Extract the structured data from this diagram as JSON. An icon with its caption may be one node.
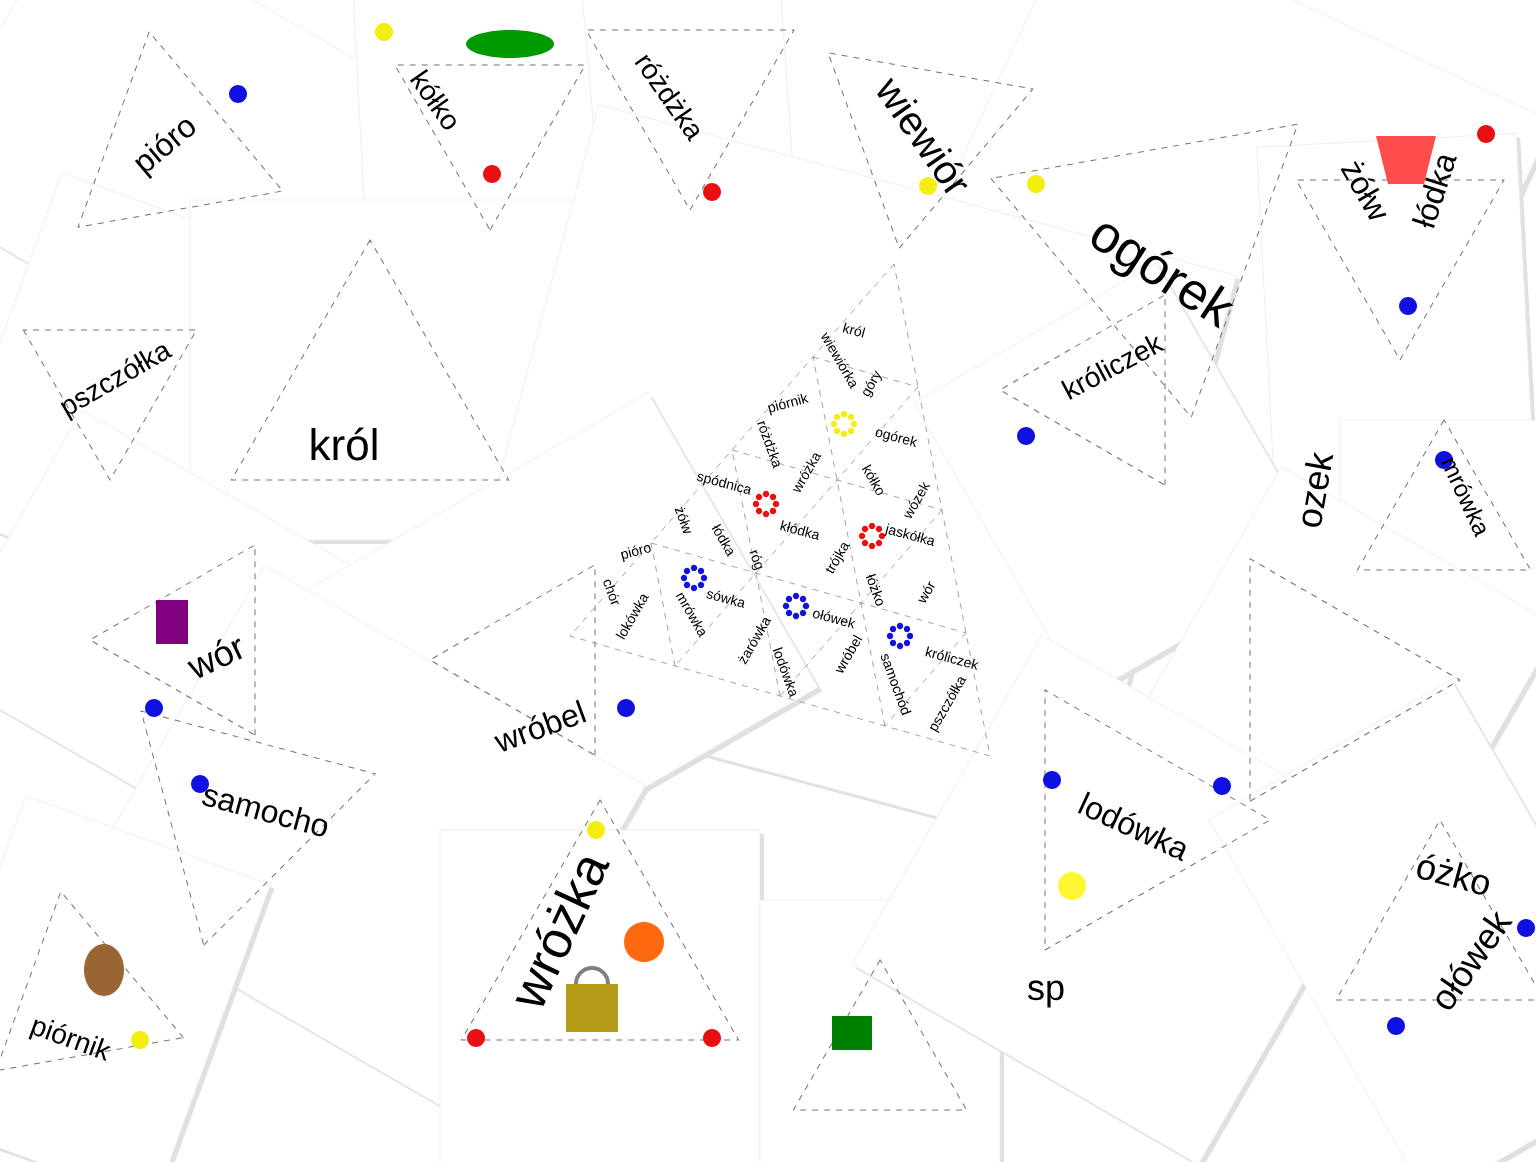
{
  "diagram": {
    "labels": [
      "pióro",
      "kółko",
      "różdżka",
      "wiewiór",
      "żółw",
      "łódka",
      "ogórek",
      "król",
      "pszczółka",
      "wiewiórka",
      "góry",
      "króliczek",
      "piórnik",
      "król",
      "różdżka",
      "ogórek",
      "spódnica",
      "wróżka",
      "kółko",
      "wózek",
      "ozek",
      "mrówka",
      "żółw",
      "łódka",
      "kłódka",
      "jaskółka",
      "pióro",
      "róg",
      "trójka",
      "chór",
      "sówka",
      "łóżko",
      "wór",
      "lokówka",
      "mrówka",
      "ołówek",
      "wór",
      "żarówka",
      "wróbel",
      "króliczek",
      "wróbel",
      "lodówka",
      "samochód",
      "pszczółka",
      "samocho",
      "lodówka",
      "óżko",
      "wróżka",
      "ołówek",
      "sp",
      "piórnik"
    ]
  }
}
